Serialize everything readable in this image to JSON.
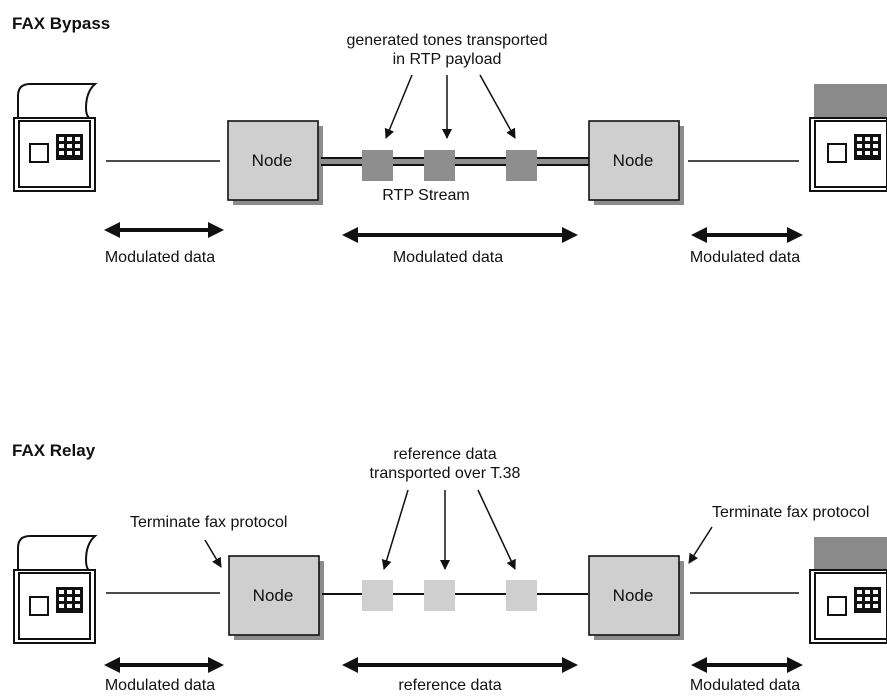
{
  "colors": {
    "node_fill": "#cfcfcf",
    "node_shadow": "#8c8c8c",
    "packet_bypass": "#8e8e8e",
    "packet_relay": "#cfcfcf",
    "fax_dark_top": "#8a8a8a",
    "line": "#111111"
  },
  "sections": [
    {
      "title": "FAX Bypass",
      "callout": {
        "line1": "generated tones transported",
        "line2": "in RTP payload"
      },
      "stream_label": "RTP Stream",
      "left_node_label": "Node",
      "right_node_label": "Node",
      "left_span_label": "Modulated data",
      "middle_span_label": "Modulated data",
      "right_span_label": "Modulated data",
      "left_terminate_label": "",
      "right_terminate_label": ""
    },
    {
      "title": "FAX Relay",
      "callout": {
        "line1": "reference data",
        "line2": "transported over T.38"
      },
      "stream_label": "",
      "left_node_label": "Node",
      "right_node_label": "Node",
      "left_span_label": "Modulated data",
      "middle_span_label": "reference data",
      "right_span_label": "Modulated data",
      "left_terminate_label": "Terminate fax protocol",
      "right_terminate_label": "Terminate fax protocol"
    }
  ],
  "icons": {
    "left_fax_top": "paper-fax-icon",
    "right_fax_top": "dark-fax-icon",
    "keypad": "fax-keypad-icon"
  }
}
